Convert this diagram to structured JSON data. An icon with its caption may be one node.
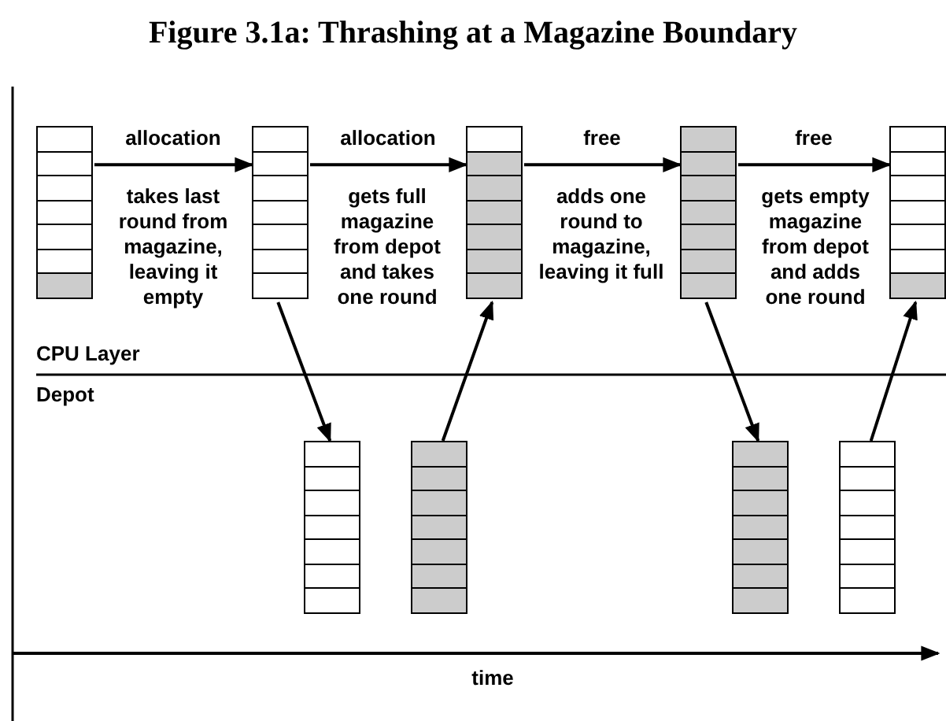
{
  "diagram": {
    "title": "Figure 3.1a: Thrashing at a Magazine Boundary",
    "nodes": [
      {
        "text": [],
        "shape": "bar"
      },
      {
        "text": [],
        "shape": "bar"
      },
      {
        "text": [],
        "shape": "bar"
      },
      {
        "text": [],
        "shape": "bar"
      },
      {
        "text": [],
        "shape": "bar"
      },
      {
        "text": [],
        "shape": "bar"
      },
      {
        "text": [],
        "shape": "bar"
      },
      {
        "text": [],
        "shape": "bar"
      },
      {
        "text": [],
        "shape": "bar"
      }
    ],
    "edges": [
      {
        "from": 0,
        "to": 1,
        "arrow": "to",
        "label": "allocation"
      },
      {
        "from": 1,
        "to": 2,
        "arrow": "to",
        "label": "allocation"
      },
      {
        "from": 2,
        "to": 3,
        "arrow": "to",
        "label": "free"
      },
      {
        "from": 3,
        "to": 4,
        "arrow": "to",
        "label": "free"
      },
      {
        "from": 1,
        "to": 5,
        "arrow": "to"
      },
      {
        "from": 6,
        "to": 2,
        "arrow": "to"
      },
      {
        "from": 3,
        "to": 7,
        "arrow": "to"
      },
      {
        "from": 8,
        "to": 4,
        "arrow": "to"
      }
    ],
    "labels": [
      "takes last round from magazine, leaving it empty",
      "gets full magazine from depot and takes one round",
      "adds one round to magazine, leaving it full",
      "gets empty magazine from depot and adds one round",
      "CPU Layer",
      "Depot",
      "time"
    ]
  }
}
